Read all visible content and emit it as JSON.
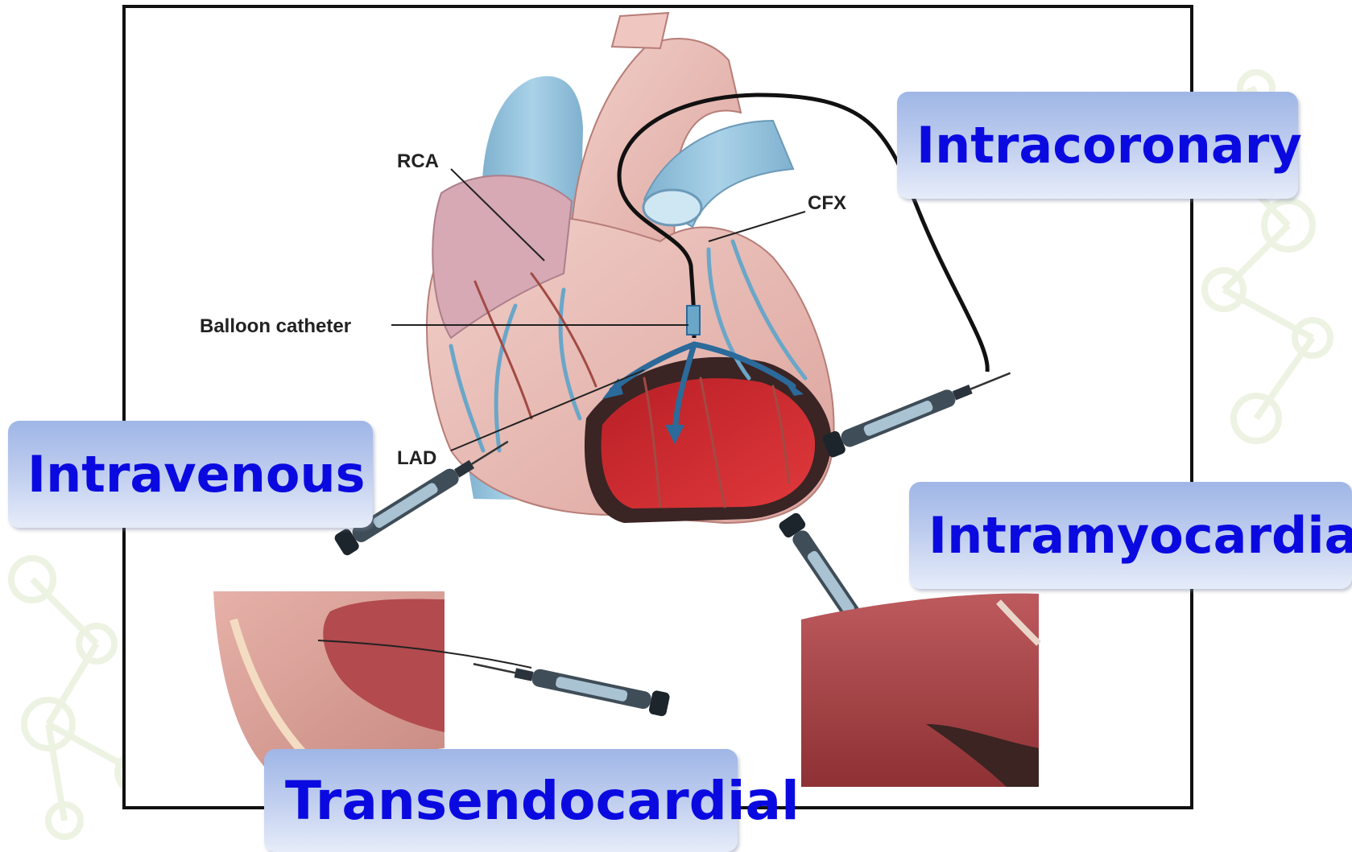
{
  "labels": {
    "intracoronary": "Intracoronary",
    "intravenous": "Intravenous",
    "intramyocardial": "Intramyocardial",
    "transendocardial": "Transendocardial"
  },
  "annotations": {
    "rca": "RCA",
    "cfx": "CFX",
    "balloon_catheter": "Balloon catheter",
    "lad": "LAD"
  },
  "colors": {
    "label_text": "#0a0ae0",
    "label_box_top": "#9fb6e6",
    "label_box_bottom": "#e6ecf9",
    "frame": "#111111",
    "vessel_blue": "#8ec0dc",
    "myocardium_pink": "#e8b7b2",
    "infarct_red": "#c0262c"
  },
  "icons": [
    "syringe-icon",
    "molecule-pattern"
  ]
}
